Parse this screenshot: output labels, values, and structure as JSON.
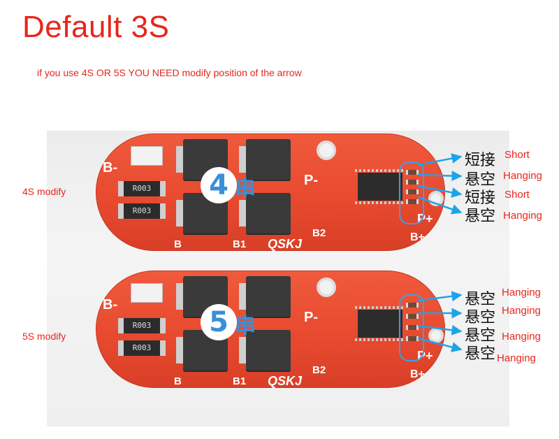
{
  "title": "Default 3S",
  "subtitle": "if you use 4S OR 5S   YOU NEED modify position of the arrow",
  "colors": {
    "accent_red": "#e8261b",
    "arrow_blue": "#1fa3e8",
    "board_red": "#e84a2f"
  },
  "boards": [
    {
      "side_label": "4S modify",
      "badge": "4",
      "badge_suffix": "串",
      "silk": {
        "b_minus": "B-",
        "p_minus": "P-",
        "p_plus": "P+",
        "b_plus": "B+",
        "b": "B",
        "b1": "B1",
        "b2": "B2",
        "brand": "QSKJ"
      },
      "resistor_codes": [
        "R003",
        "R003"
      ],
      "pins": [
        {
          "cn": "短接",
          "en": "Short"
        },
        {
          "cn": "悬空",
          "en": "Hanging"
        },
        {
          "cn": "短接",
          "en": "Short"
        },
        {
          "cn": "悬空",
          "en": "Hanging"
        }
      ]
    },
    {
      "side_label": "5S modify",
      "badge": "5",
      "badge_suffix": "串",
      "silk": {
        "b_minus": "B-",
        "p_minus": "P-",
        "p_plus": "P+",
        "b_plus": "B+",
        "b": "B",
        "b1": "B1",
        "b2": "B2",
        "brand": "QSKJ"
      },
      "resistor_codes": [
        "R003",
        "R003"
      ],
      "pins": [
        {
          "cn": "悬空",
          "en": "Hanging"
        },
        {
          "cn": "悬空",
          "en": "Hanging"
        },
        {
          "cn": "悬空",
          "en": "Hanging"
        },
        {
          "cn": "悬空",
          "en": "Hanging"
        }
      ]
    }
  ]
}
